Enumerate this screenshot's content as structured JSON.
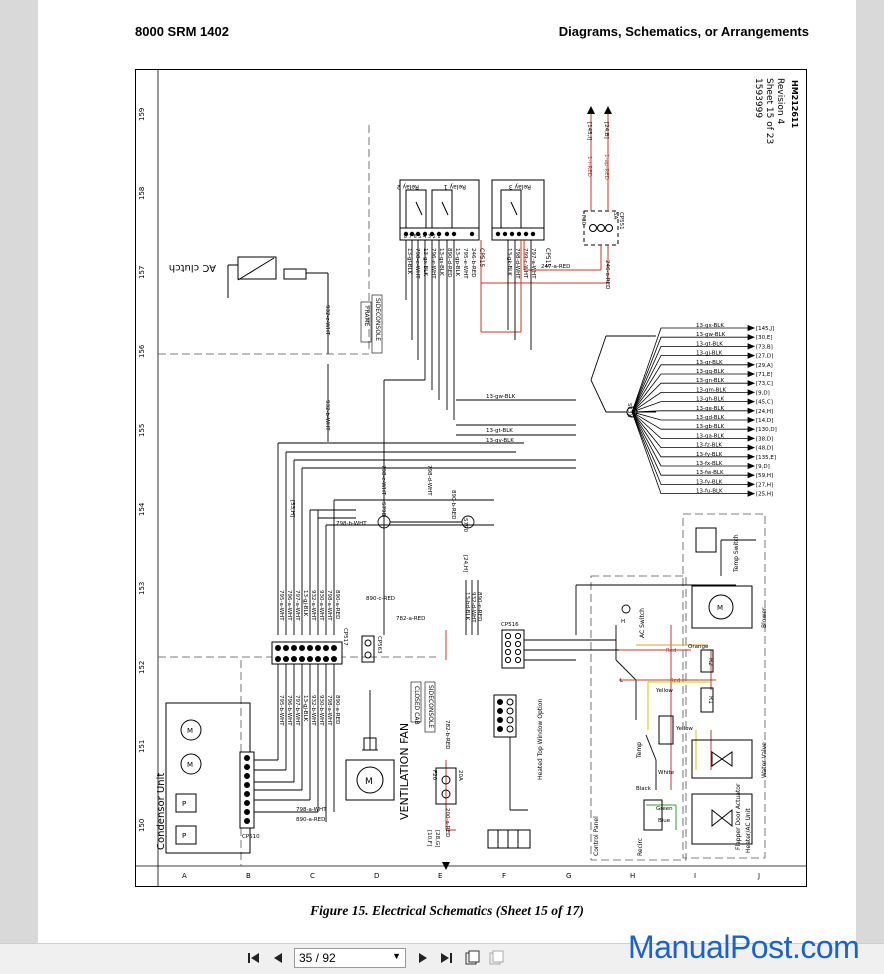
{
  "header": {
    "left": "8000 SRM 1402",
    "right": "Diagrams, Schematics, or Arrangements"
  },
  "drawing": {
    "id_block": [
      "1593999",
      "Sheet 15 of 23",
      "Revision 4",
      "HM212611"
    ],
    "col_numbers": [
      "150",
      "151",
      "152",
      "153",
      "154",
      "155",
      "156",
      "157",
      "158",
      "159"
    ],
    "row_letters": [
      "A",
      "B",
      "C",
      "D",
      "E",
      "F",
      "G",
      "H",
      "I",
      "J"
    ],
    "labels": {
      "ac_clutch": "AC clutch",
      "condenser_unit": "Condensor Unit",
      "ventilation_fan": "VENTILATION FAN",
      "heated_top_window": "Heated Top Window Option",
      "control_panel": "Control Panel",
      "heater_ac_unit": "Heater/AC Unit",
      "flapper_door": "Flapper Door Actuator",
      "water_valve": "Water Valve",
      "blower": "Blower",
      "temp_switch": "Temp Switch",
      "ac_switch": "AC Switch",
      "recirc": "Recirc",
      "temp": "Temp",
      "frame": "FRAME",
      "sideconsole": "SIDECONSOLE",
      "closed_cab": "CLOSED CAB",
      "sideconsole2": "SIDECONSOLE",
      "relay1": "Relay 1",
      "relay2": "Relay 2",
      "relay3": "Relay 3",
      "cp515": "CP515",
      "cp551": "CP551",
      "cp517": "CP517",
      "cp563": "CP563",
      "cp516": "CP516",
      "cp510": "CP510",
      "s13x": "S13X",
      "s790": "S790",
      "s798": "S798",
      "r1": "R1",
      "r2": "R2",
      "f20": "F20",
      "f20_amp": "20A",
      "f30": "F30",
      "f30_amp": "5A",
      "h_label": "H",
      "l_label": "L",
      "m_label": "M",
      "p_label": "P",
      "red": "Red",
      "orange": "Orange",
      "yellow": "Yellow",
      "white": "White",
      "green": "Green",
      "blue": "Blue",
      "black": "Black",
      "relay_pins": "8 7 6 5 4 3 2 1",
      "wire_247": "247-a-RED",
      "wire_246": "246-a-RED",
      "wire_1r": "1-r-RED",
      "wire_1ap": "1-ap-RED",
      "wire_782": "782-a-RED",
      "wire_890c": "890-c-RED",
      "wire_798b": "798-b-WHT",
      "wire_798d": "798-d-WHT",
      "wire_798c": "798-c-WHT",
      "wire_890": "890-b-RED",
      "wire_13gw": "13-gw-BLK",
      "wire_13gt": "13-gt-BLK",
      "wire_13gv": "13-gv-BLK",
      "wire_932": "932-c-WHT",
      "wire_932b": "932-b-WHT",
      "ref_53h": "[53,H]",
      "ref_24h": "[24,H]",
      "ref_145": "[145,I]",
      "ref_24b": "[24,B]",
      "ref_10f": "[10,F]",
      "ref_28g": "[28,G]",
      "wire_200": "200-a-RED",
      "wire_782b": "782-b-RED"
    },
    "left_bundle": [
      "795-b-WHT",
      "796-b-WHT",
      "797-b-WHT",
      "13-gj-BLK",
      "932-b-WHT",
      "930-b-WHT",
      "798-a-WHT",
      "890-a-RED"
    ],
    "mid_bundle": [
      "795-a-WHT",
      "796-a-WHT",
      "797-a-WHT",
      "13-gj-BLK",
      "932-a-WHT",
      "930-a-WHT",
      "798-a-WHT",
      "890-a-RED"
    ],
    "relay_wires": [
      "13-gl-BLK",
      "798-e-WHT",
      "13-gx-BLK",
      "796-e-WHT",
      "13-gs-BLK",
      "890-d-RED",
      "13-gp-BLK",
      "795-e-WHT",
      "246-b-RED"
    ],
    "relay3_wires": [
      "13-gk-BLK",
      "798-d-WHT",
      "799-c-WHT",
      "797-a-WHT"
    ],
    "splice_right": [
      {
        "wire": "13-gx-BLK",
        "ref": "[145,J]"
      },
      {
        "wire": "13-gw-BLK",
        "ref": "[30,E]"
      },
      {
        "wire": "13-gt-BLK",
        "ref": "[73,B]"
      },
      {
        "wire": "13-gj-BLK",
        "ref": "[27,D]"
      },
      {
        "wire": "13-gr-BLK",
        "ref": "[29,A]"
      },
      {
        "wire": "13-gq-BLK",
        "ref": "[71,E]"
      },
      {
        "wire": "13-gn-BLK",
        "ref": "[73,C]"
      },
      {
        "wire": "13-gm-BLK",
        "ref": "[9,D]"
      },
      {
        "wire": "13-gh-BLK",
        "ref": "[45,C]"
      },
      {
        "wire": "13-ge-BLK",
        "ref": "[24,H]"
      },
      {
        "wire": "13-gd-BLK",
        "ref": "[14,D]"
      },
      {
        "wire": "13-gb-BLK",
        "ref": "[130,D]"
      },
      {
        "wire": "13-ga-BLK",
        "ref": "[38,D]"
      },
      {
        "wire": "13-fz-BLK",
        "ref": "[48,D]"
      },
      {
        "wire": "13-fy-BLK",
        "ref": "[135,E]"
      },
      {
        "wire": "13-fx-BLK",
        "ref": "[9,D]"
      },
      {
        "wire": "13-fw-BLK",
        "ref": "[59,H]"
      },
      {
        "wire": "13-fv-BLK",
        "ref": "[27,H]"
      },
      {
        "wire": "13-fu-BLK",
        "ref": "[25,H]"
      }
    ],
    "cp516_wires": [
      "13-hd-BLK",
      "932-d-WHT",
      "890-e-RED"
    ]
  },
  "caption": "Figure 15.  Electrical Schematics (Sheet 15 of 17)",
  "toolbar": {
    "page_value": "35 / 92"
  },
  "watermark": "ManualPost.com"
}
